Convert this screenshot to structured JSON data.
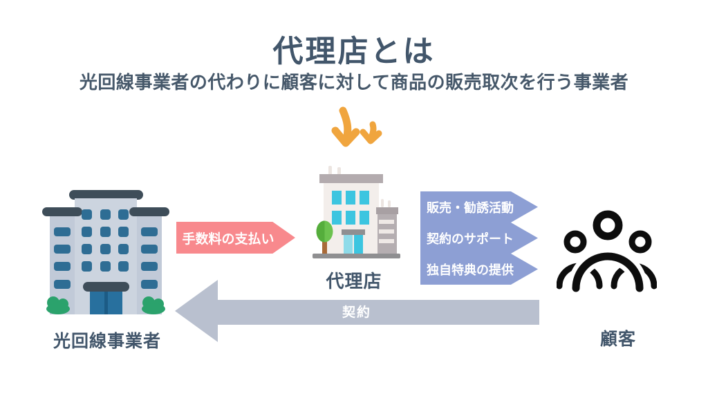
{
  "header": {
    "title": "代理店とは",
    "subtitle": "光回線事業者の代わりに顧客に対して商品の販売取次を行う事業者"
  },
  "entities": {
    "provider": {
      "label": "光回線事業者",
      "icon": "office-building-icon"
    },
    "agency": {
      "label": "代理店",
      "icon": "small-building-icon"
    },
    "customer": {
      "label": "顧客",
      "icon": "people-group-icon"
    }
  },
  "flows": {
    "commission": {
      "label": "手数料の支払い",
      "from": "provider",
      "to": "agency",
      "direction": "right",
      "color": "#f8898d"
    },
    "services": {
      "from": "agency",
      "to": "customer",
      "direction": "right",
      "color": "#8d9fd4",
      "items": [
        {
          "label": "販売・勧誘活動"
        },
        {
          "label": "契約のサポート"
        },
        {
          "label": "独自特典の提供"
        }
      ]
    },
    "contract": {
      "label": "契約",
      "from": "customer",
      "to": "provider",
      "direction": "left",
      "color": "#b9c0cf"
    }
  },
  "decorations": {
    "down_arrows": "two hand-drawn orange arrows pointing down at agency",
    "down_arrows_color": "#f0a53e"
  },
  "colors": {
    "heading_text": "#42566b",
    "commission_arrow": "#f8898d",
    "service_arrow": "#8d9fd4",
    "contract_arrow": "#b9c0cf",
    "hand_arrow_orange": "#f0a53e",
    "background": "#ffffff"
  }
}
